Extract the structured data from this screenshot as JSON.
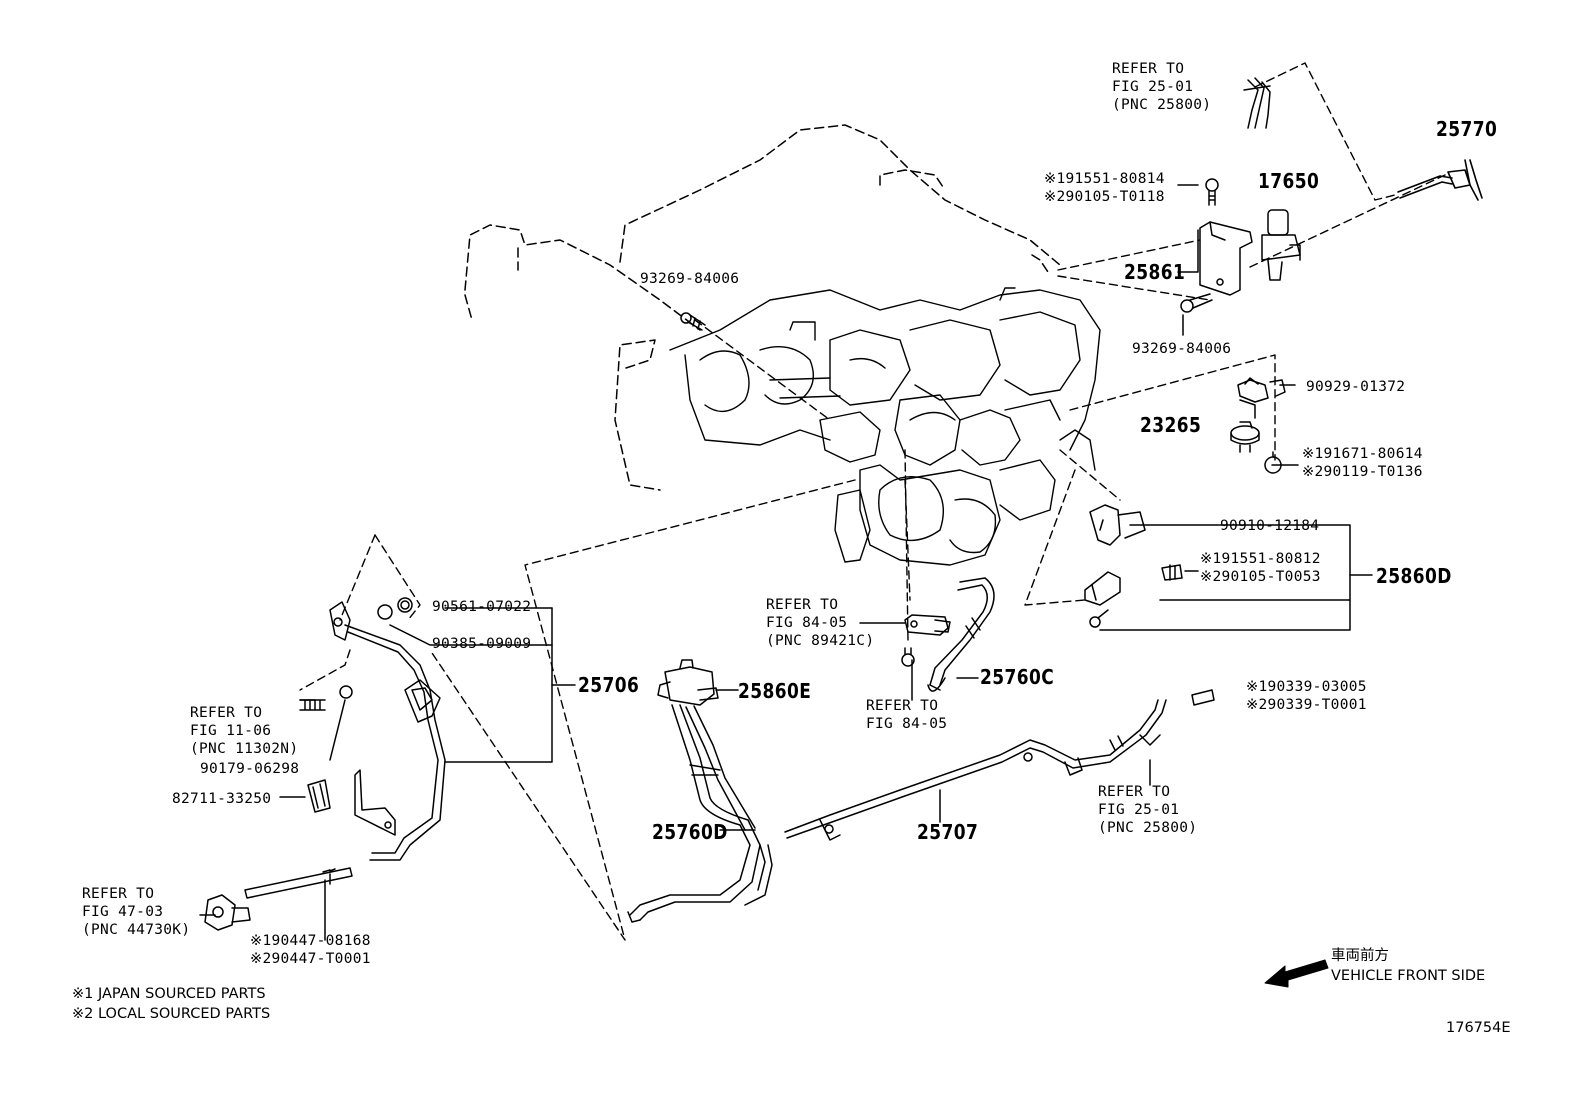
{
  "parts": {
    "p25770": "25770",
    "p17650": "17650",
    "p25861": "25861",
    "p23265": "23265",
    "p25860D": "25860D",
    "p25706": "25706",
    "p25860E": "25860E",
    "p25760C": "25760C",
    "p25760D": "25760D",
    "p25707": "25707"
  },
  "labels": {
    "ref_25_01_top": [
      "REFER TO",
      "FIG 25-01",
      "(PNC 25800)"
    ],
    "bolt_top": [
      "※191551-80814",
      "※290105-T0118"
    ],
    "p93269_a": "93269-84006",
    "p93269_b": "93269-84006",
    "p90929": "90929-01372",
    "bolt_23265": [
      "※191671-80614",
      "※290119-T0136"
    ],
    "p90910": "90910-12184",
    "bolt_25860D": [
      "※191551-80812",
      "※290105-T0053"
    ],
    "p90561": "90561-07022",
    "p90385": "90385-09009",
    "ref_84_05_a": [
      "REFER TO",
      "FIG 84-05",
      "(PNC 89421C)"
    ],
    "ref_84_05_b": [
      "REFER TO",
      "FIG 84-05"
    ],
    "ref_11_06": [
      "REFER TO",
      "FIG 11-06",
      "(PNC 11302N)"
    ],
    "p90179": "90179-06298",
    "p82711": "82711-33250",
    "ref_47_03": [
      "REFER TO",
      "FIG 47-03",
      "(PNC 44730K)"
    ],
    "hose_bottom": [
      "※190447-08168",
      "※290447-T0001"
    ],
    "hose_right": [
      "※190339-03005",
      "※290339-T0001"
    ],
    "ref_25_01_bottom": [
      "REFER TO",
      "FIG 25-01",
      "(PNC 25800)"
    ]
  },
  "legend": {
    "note1": "※1 JAPAN SOURCED PARTS",
    "note2": "※2 LOCAL SOURCED PARTS"
  },
  "direction": {
    "jp": "車両前方",
    "en": "VEHICLE FRONT SIDE"
  },
  "figure_id": "176754E"
}
